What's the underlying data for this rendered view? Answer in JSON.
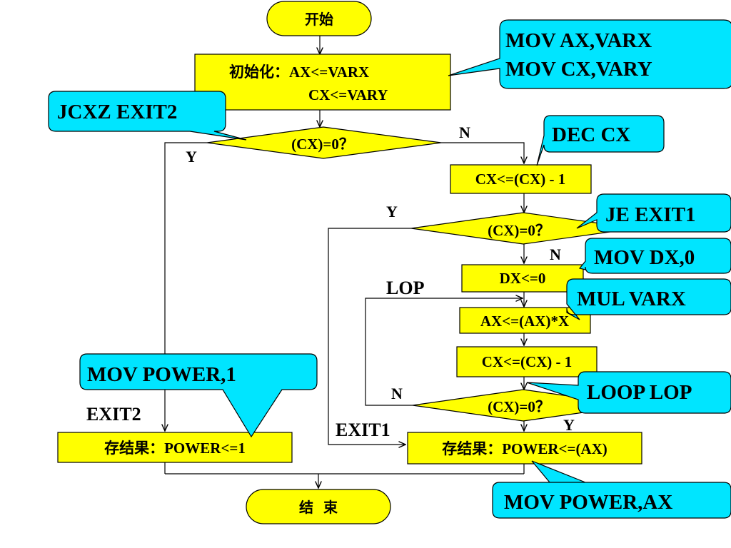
{
  "nodes": {
    "start": "开始",
    "init_1": "初始化：AX<=VARX",
    "init_2": "CX<=VARY",
    "test1": "(CX)=0？",
    "dec1": "CX<=(CX) - 1",
    "test2": "(CX)=0？",
    "dx": "DX<=0",
    "mul": "AX<=(AX)*X",
    "dec2": "CX<=(CX) - 1",
    "test3": "(CX)=0？",
    "store1": "存结果：POWER<=1",
    "store2": "存结果：POWER<=(AX)",
    "end": "结  束"
  },
  "labels": {
    "n1": "N",
    "y1": "Y",
    "y2": "Y",
    "n2": "N",
    "n3": "N",
    "y3": "Y",
    "lop": "LOP",
    "exit2": "EXIT2",
    "exit1": "EXIT1"
  },
  "callouts": {
    "mov_init_1": "MOV  AX,VARX",
    "mov_init_2": "MOV  CX,VARY",
    "jcxz": "JCXZ  EXIT2",
    "dec": "DEC CX",
    "je": "JE EXIT1",
    "movdx": "MOV DX,0",
    "mul": "MUL VARX",
    "movpow1": "MOV POWER,1",
    "loop": "LOOP LOP",
    "movpowax": "MOV POWER,AX"
  },
  "colors": {
    "node_fill": "#FFFF00",
    "callout_fill": "#00E5FF",
    "line": "#000000"
  }
}
